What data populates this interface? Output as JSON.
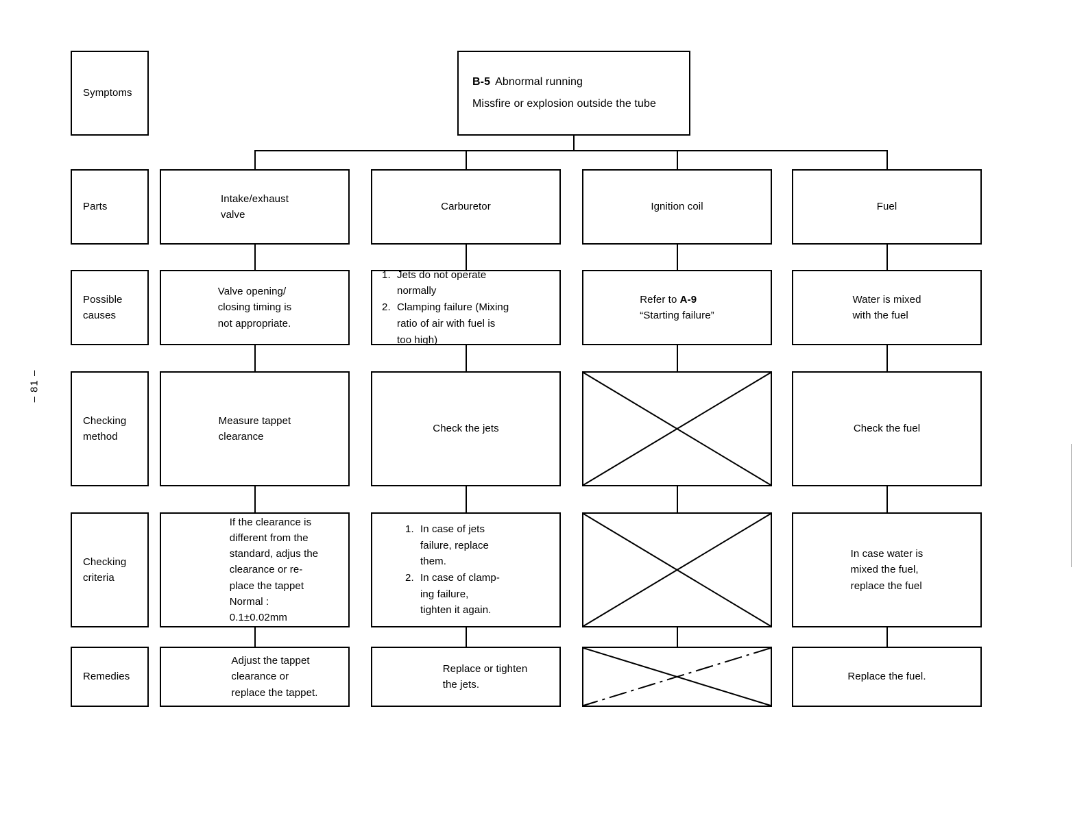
{
  "page": {
    "number_label": "– 81 –"
  },
  "symptom": {
    "code": "B-5",
    "title": "Abnormal running",
    "description": "Missfire or explosion outside the tube"
  },
  "row_labels": [
    {
      "key": "symptoms",
      "label": "Symptoms"
    },
    {
      "key": "parts",
      "label": "Parts"
    },
    {
      "key": "possible_causes",
      "label": "Possible\ncauses"
    },
    {
      "key": "checking_method",
      "label": "Checking\nmethod"
    },
    {
      "key": "checking_criteria",
      "label": "Checking\ncriteria"
    },
    {
      "key": "remedies",
      "label": "Remedies"
    }
  ],
  "columns": [
    {
      "key": "intake_exhaust_valve",
      "part": "Intake/exhaust\nvalve",
      "possible_causes": "Valve opening/\nclosing timing is\nnot appropriate.",
      "checking_method": "Measure tappet\nclearance",
      "checking_criteria": "If the clearance is\ndifferent from the\nstandard, adjus the\nclearance or re-\nplace the tappet\nNormal :\n   0.1±0.02mm",
      "remedies": "Adjust the tappet\nclearance or\nreplace the tappet.",
      "crossed_out": {
        "checking_method": false,
        "checking_criteria": false,
        "remedies": false
      }
    },
    {
      "key": "carburetor",
      "part": "Carburetor",
      "possible_causes_list": [
        {
          "num": "1.",
          "text": "Jets do not operate\nnormally"
        },
        {
          "num": "2.",
          "text": "Clamping failure (Mixing\nratio of air with fuel is\ntoo high)"
        }
      ],
      "checking_method": "Check the jets",
      "checking_criteria_list": [
        {
          "num": "1.",
          "text": "In case of jets\nfailure, replace\nthem."
        },
        {
          "num": "2.",
          "text": "In case of clamp-\ning failure,\ntighten it again."
        }
      ],
      "remedies": "Replace or tighten\nthe jets.",
      "crossed_out": {
        "checking_method": false,
        "checking_criteria": false,
        "remedies": false
      }
    },
    {
      "key": "ignition_coil",
      "part": "Ignition coil",
      "possible_causes_prefix": "Refer to ",
      "possible_causes_code": "A-9",
      "possible_causes_suffix": "“Starting failure”",
      "checking_method": "",
      "checking_criteria": "",
      "remedies": "",
      "crossed_out": {
        "checking_method": true,
        "checking_criteria": true,
        "remedies": true
      }
    },
    {
      "key": "fuel",
      "part": "Fuel",
      "possible_causes": "Water is mixed\nwith the fuel",
      "checking_method": "Check the fuel",
      "checking_criteria": "In case water is\nmixed the fuel,\nreplace the fuel",
      "remedies": "Replace the fuel.",
      "crossed_out": {
        "checking_method": false,
        "checking_criteria": false,
        "remedies": false
      }
    }
  ],
  "colors": {
    "ink": "#000000",
    "paper": "#ffffff"
  }
}
